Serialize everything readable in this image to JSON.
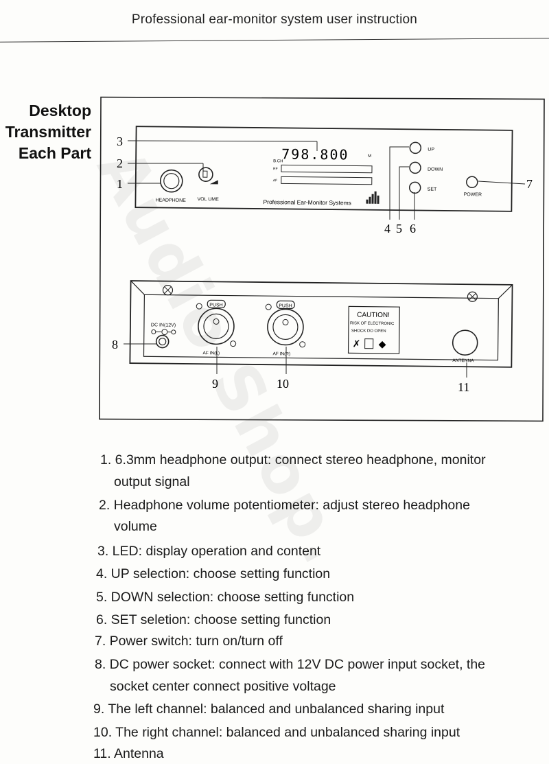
{
  "header": {
    "title": "Professional ear-monitor system user instruction"
  },
  "section": {
    "title_lines": [
      "Desktop",
      "Transmitter",
      "Each Part"
    ]
  },
  "front_panel": {
    "headphone_label": "HEADPHONE",
    "volume_label": "VOL UME",
    "brand_text": "Professional Ear-Monitor Systems",
    "display_ch_label": "B.CH",
    "display_digits": "798.800",
    "display_rf_label": "RF",
    "display_af_label": "AF",
    "up_label": "UP",
    "down_label": "DOWN",
    "set_label": "SET",
    "power_label": "POWER"
  },
  "rear_panel": {
    "dc_label": "DC IN(12V)",
    "push_label_left": "PUSH",
    "push_label_right": "PUSH",
    "af_left_label": "AF IN(L)",
    "af_right_label": "AF IN(R)",
    "caution_title": "CAUTION!",
    "caution_line1": "RISK OF ELECTRONIC",
    "caution_line2": "SHOCK DO OPEN",
    "antenna_label": "ANTENNA"
  },
  "callouts": [
    "1",
    "2",
    "3",
    "4",
    "5",
    "6",
    "7",
    "8",
    "9",
    "10",
    "11"
  ],
  "descriptions": [
    "1. 6.3mm headphone output: connect stereo headphone, monitor",
    "output signal",
    "2. Headphone volume potentiometer: adjust stereo headphone",
    "volume",
    "3. LED: display operation and content",
    "4. UP selection: choose setting function",
    "5. DOWN selection: choose setting function",
    "6. SET seletion: choose setting function",
    "7. Power switch: turn on/turn off",
    "8. DC power socket: connect with 12V DC power input socket, the",
    "socket center connect positive voltage",
    "9. The left channel: balanced and unbalanced sharing input",
    "10. The right channel: balanced and unbalanced sharing input",
    "11.  Antenna"
  ],
  "watermark": "Audio Shop."
}
